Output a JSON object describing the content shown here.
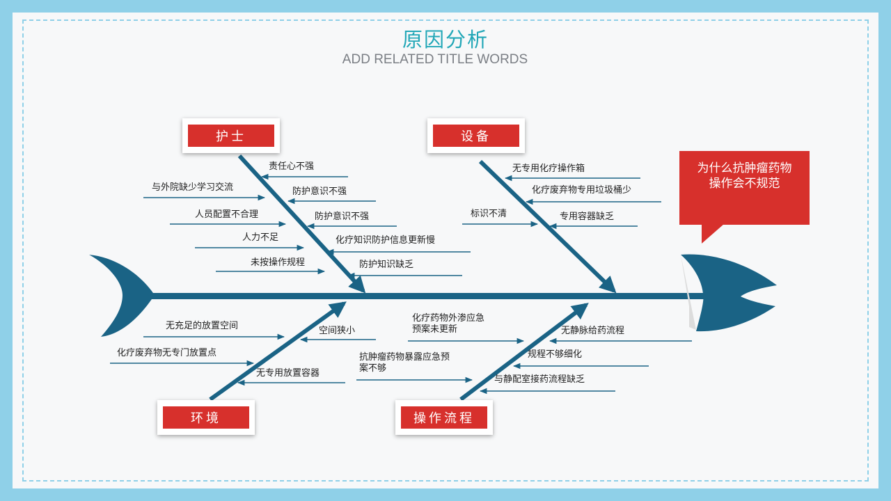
{
  "title": "原因分析",
  "subtitle": "ADD RELATED TITLE WORDS",
  "problem": "为什么抗肿瘤药物操作会不规范",
  "colors": {
    "spine": "#1a6385",
    "category_fill": "#d7302c",
    "title": "#22a7b7",
    "frame": "#8fd0e8"
  },
  "categories": {
    "nurse": {
      "name": "护士",
      "causes": [
        "责任心不强",
        "与外院缺少学习交流",
        "防护意识不强",
        "人员配置不合理",
        "防护意识不强",
        "人力不足",
        "化疗知识防护信息更新慢",
        "未按操作规程",
        "防护知识缺乏"
      ]
    },
    "equipment": {
      "name": "设备",
      "causes": [
        "无专用化疗操作箱",
        "化疗废弃物专用垃圾桶少",
        "标识不清",
        "专用容器缺乏"
      ]
    },
    "environment": {
      "name": "环境",
      "causes": [
        "无充足的放置空间",
        "空间狭小",
        "化疗废弃物无专门放置点",
        "无专用放置容器"
      ]
    },
    "process": {
      "name": "操作流程",
      "causes": [
        "化疗药物外渗应急预案未更新",
        "无静脉给药流程",
        "规程不够细化",
        "抗肿瘤药物暴露应急预案不够",
        "与静配室接药流程缺乏"
      ]
    }
  }
}
